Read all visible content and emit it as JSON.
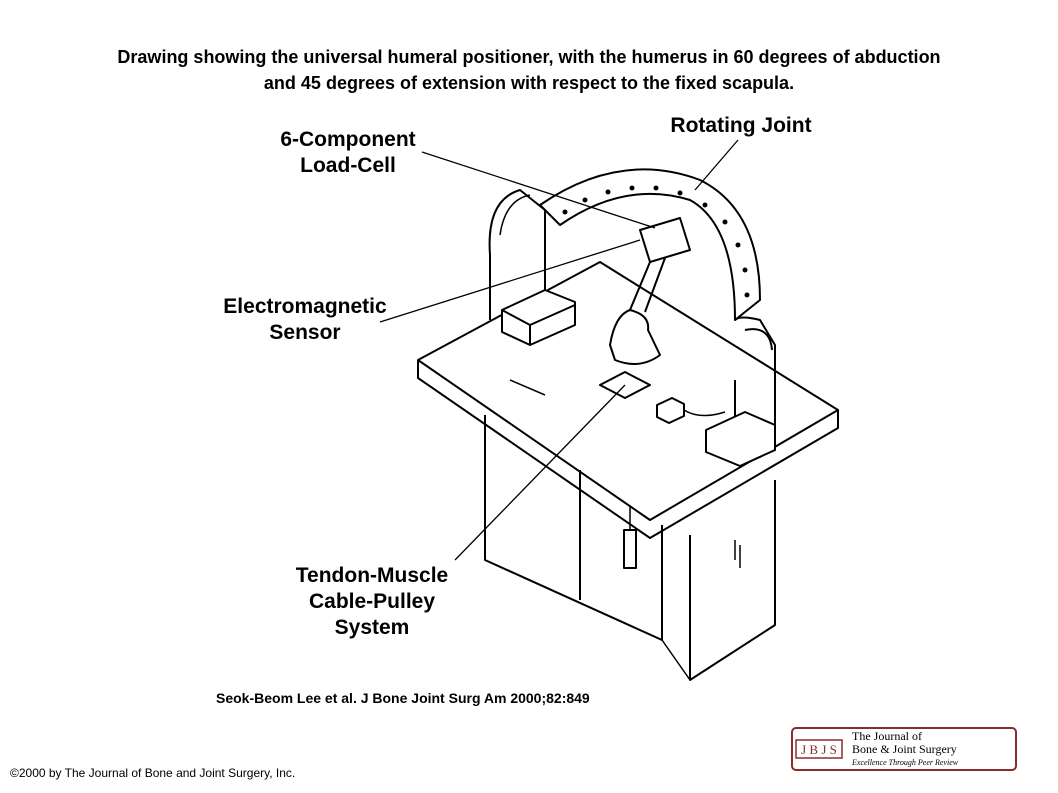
{
  "title": {
    "line1": "Drawing showing the universal humeral positioner, with the humerus in 60 degrees of abduction",
    "line2": "and 45 degrees of extension with respect to the fixed scapula."
  },
  "figure": {
    "labels": {
      "load_cell_1": "6-Component",
      "load_cell_2": "Load-Cell",
      "rotating_joint": "Rotating Joint",
      "sensor_1": "Electromagnetic",
      "sensor_2": "Sensor",
      "tendon_1": "Tendon-Muscle",
      "tendon_2": "Cable-Pulley",
      "tendon_3": "System"
    }
  },
  "citation": "Seok-Beom Lee et al. J Bone Joint Surg Am 2000;82:849",
  "copyright": "©2000 by The Journal of Bone and Joint Surgery, Inc.",
  "logo": {
    "abbrev": "J B J S",
    "line1": "The Journal of",
    "line2": "Bone & Joint Surgery",
    "tagline": "Excellence Through Peer Review",
    "accent_color": "#8b2b2b"
  }
}
